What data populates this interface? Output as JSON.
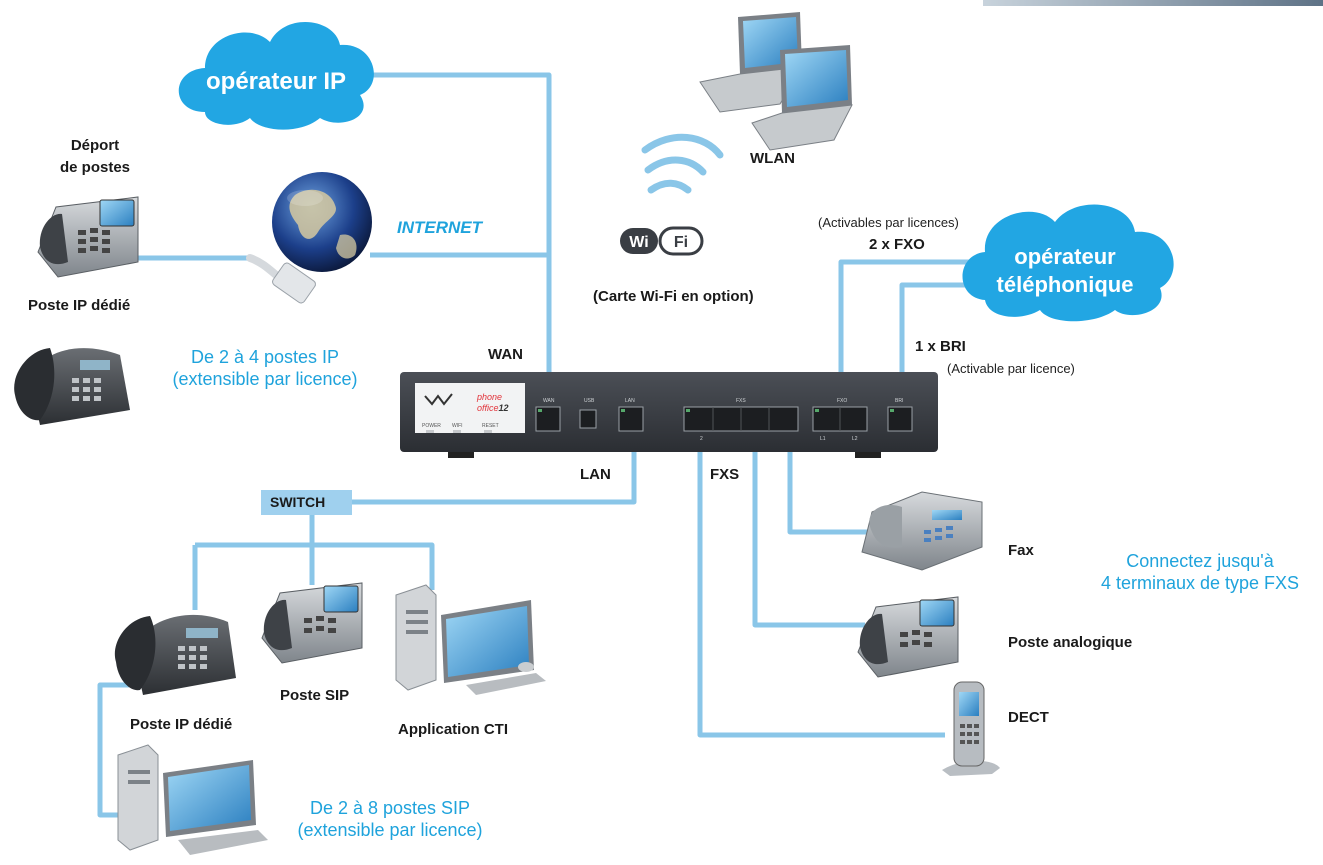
{
  "labels": {
    "operateur_ip": "opérateur IP",
    "deport": [
      "Déport",
      "de postes"
    ],
    "internet": "INTERNET",
    "poste_ip_dedie_top": "Poste IP dédié",
    "de2a4": [
      "De 2 à 4 postes IP",
      "(extensible par licence)"
    ],
    "wlan": "WLAN",
    "wifi_logo": "Wi Fi",
    "carte_wifi": "(Carte Wi-Fi en option)",
    "activables_par_licences": "(Activables par licences)",
    "fxo": "2 x FXO",
    "operateur_tel": [
      "opérateur",
      "téléphonique"
    ],
    "bri": "1 x BRI",
    "activable_par_licence": "(Activable par licence)",
    "wan": "WAN",
    "lan": "LAN",
    "fxs": "FXS",
    "switch": "SWITCH",
    "fax": "Fax",
    "connectez": [
      "Connectez jusqu'à",
      "4 terminaux de type FXS"
    ],
    "poste_analogique": "Poste analogique",
    "dect": "DECT",
    "poste_sip": "Poste SIP",
    "application_cti": "Application CTI",
    "poste_ip_dedie_bottom": "Poste IP dédié",
    "de2a8": [
      "De 2 à 8 postes SIP",
      "(extensible par licence)"
    ]
  },
  "device": {
    "brand": [
      "phone",
      "office",
      "12"
    ],
    "ports": [
      "WAN",
      "USB",
      "LAN",
      "FXS",
      "FXO",
      "BRI"
    ],
    "fxs_sub": "2",
    "fxo_sub": [
      "L1",
      "L2"
    ],
    "leds": [
      "POWER",
      "WIFI",
      "RESET"
    ]
  },
  "colors": {
    "link": "#8ac6e8",
    "link_dark": "#3aa4dd",
    "cloud": "#22a6e3",
    "accent_text": "#1fa3dc",
    "device": "#3a3e44",
    "switch_box": "#9fd0ee"
  }
}
